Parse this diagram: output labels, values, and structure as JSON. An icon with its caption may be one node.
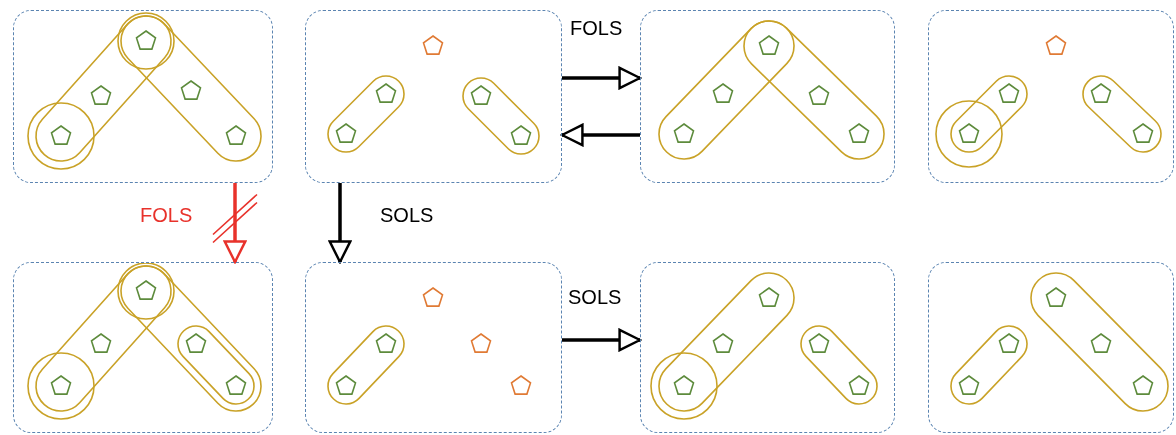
{
  "diagram": {
    "nodes": [
      {
        "text": [],
        "shape": "box"
      },
      {
        "text": [],
        "shape": "box"
      },
      {
        "text": [],
        "shape": "box"
      },
      {
        "text": [],
        "shape": "box"
      },
      {
        "text": [],
        "shape": "box"
      },
      {
        "text": [],
        "shape": "box"
      },
      {
        "text": [],
        "shape": "box"
      },
      {
        "text": [],
        "shape": "box"
      }
    ],
    "edges": [
      {
        "from": 1,
        "to": 2,
        "arrow": "to",
        "label": "FOLS"
      },
      {
        "from": 2,
        "to": 1,
        "arrow": "to"
      },
      {
        "from": 0,
        "to": 4,
        "arrow": "to",
        "label": "FOLS",
        "color": "#e8322b"
      },
      {
        "from": 1,
        "to": 5,
        "arrow": "to",
        "label": "SOLS"
      },
      {
        "from": 5,
        "to": 6,
        "arrow": "to",
        "label": "SOLS"
      }
    ]
  }
}
